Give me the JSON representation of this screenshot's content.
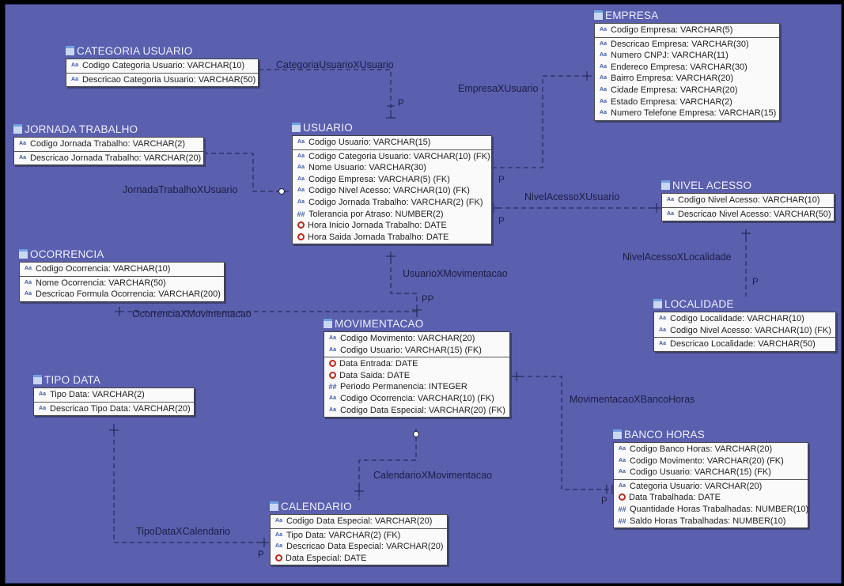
{
  "entities": {
    "empresa": {
      "title": "EMPRESA",
      "pk": [
        "Codigo Empresa: VARCHAR(5)"
      ],
      "attrs": [
        "Descricao Empresa: VARCHAR(30)",
        "Numero CNPJ: VARCHAR(11)",
        "Endereco Empresa: VARCHAR(30)",
        "Bairro Empresa: VARCHAR(20)",
        "Cidade Empresa: VARCHAR(20)",
        "Estado Empresa: VARCHAR(2)",
        "Numero Telefone Empresa: VARCHAR(15)"
      ]
    },
    "categoria_usuario": {
      "title": "CATEGORIA USUARIO",
      "pk": [
        "Codigo Categoria Usuario: VARCHAR(10)"
      ],
      "attrs": [
        "Descricao Categoria Usuario: VARCHAR(50)"
      ]
    },
    "jornada_trabalho": {
      "title": "JORNADA TRABALHO",
      "pk": [
        "Codigo Jornada Trabalho: VARCHAR(2)"
      ],
      "attrs": [
        "Descricao Jornada Trabalho: VARCHAR(20)"
      ]
    },
    "usuario": {
      "title": "USUARIO",
      "pk": [
        "Codigo Usuario: VARCHAR(15)"
      ],
      "attrs": [
        "Codigo Categoria Usuario: VARCHAR(10) (FK)",
        "Nome Usuario: VARCHAR(30)",
        "Codigo Empresa: VARCHAR(5) (FK)",
        "Codigo Nivel Acesso: VARCHAR(10) (FK)",
        "Codigo Jornada Trabalho: VARCHAR(2) (FK)",
        "Tolerancia por Atraso: NUMBER(2)",
        "Hora Inicio Jornada Trabalho: DATE",
        "Hora Saida Jornada Trabalho: DATE"
      ]
    },
    "nivel_acesso": {
      "title": "NIVEL ACESSO",
      "pk": [
        "Codigo Nivel Acesso: VARCHAR(10)"
      ],
      "attrs": [
        "Descricao Nivel Acesso: VARCHAR(50)"
      ]
    },
    "ocorrencia": {
      "title": "OCORRENCIA",
      "pk": [
        "Codigo Ocorrencia: VARCHAR(10)"
      ],
      "attrs": [
        "Nome Ocorrencia: VARCHAR(50)",
        "Descricao Formula Ocorrencia: VARCHAR(200)"
      ]
    },
    "localidade": {
      "title": "LOCALIDADE",
      "pk": [
        "Codigo Localidade: VARCHAR(10)",
        "Codigo Nivel Acesso: VARCHAR(10) (FK)"
      ],
      "attrs": [
        "Descricao Localidade: VARCHAR(50)"
      ]
    },
    "movimentacao": {
      "title": "MOVIMENTACAO",
      "pk": [
        "Codigo Movimento: VARCHAR(20)",
        "Codigo Usuario: VARCHAR(15) (FK)"
      ],
      "attrs": [
        "Data Entrada: DATE",
        "Data Saida: DATE",
        "Periodo Permanencia: INTEGER",
        "Codigo Ocorrencia: VARCHAR(10) (FK)",
        "Codigo Data Especial: VARCHAR(20) (FK)"
      ]
    },
    "tipo_data": {
      "title": "TIPO DATA",
      "pk": [
        "Tipo Data: VARCHAR(2)"
      ],
      "attrs": [
        "Descricao Tipo Data: VARCHAR(20)"
      ]
    },
    "banco_horas": {
      "title": "BANCO HORAS",
      "pk": [
        "Codigo Banco Horas: VARCHAR(20)",
        "Codigo Movimento: VARCHAR(20) (FK)",
        "Codigo Usuario: VARCHAR(15) (FK)"
      ],
      "attrs": [
        "Categoria Usuario: VARCHAR(20)",
        "Data Trabalhada: DATE",
        "Quantidade Horas Trabalhadas: NUMBER(10)",
        "Saldo Horas Trabalhadas: NUMBER(10)"
      ]
    },
    "calendario": {
      "title": "CALENDARIO",
      "pk": [
        "Codigo Data Especial: VARCHAR(20)"
      ],
      "attrs": [
        "Tipo Data: VARCHAR(2) (FK)",
        "Descricao Data Especial: VARCHAR(20)",
        "Data Especial: DATE"
      ]
    }
  },
  "relationships": {
    "categoria_usuario": "CategoriaUsuarioXUsuario",
    "empresa_usuario": "EmpresaXUsuario",
    "jornada_usuario": "JornadaTrabalhoXUsuario",
    "nivel_usuario": "NivelAcessoXUsuario",
    "nivel_localidade": "NivelAcessoXLocalidade",
    "usuario_movimentacao": "UsuarioXMovimentacao",
    "ocorrencia_movimentacao": "OcorrenciaXMovimentacao",
    "movimentacao_banco": "MovimentacaoXBancoHoras",
    "calendario_movimentacao": "CalendarioXMovimentacao",
    "tipodata_calendario": "TipoDataXCalendario"
  },
  "cardinality": {
    "p": "P",
    "pp": "PP"
  },
  "colors": {
    "canvas": "#5a5fae",
    "entity_box": "#fafafa",
    "line": "#1c1f45",
    "date_icon": "#c0281b",
    "text_icon": "#3d5aa8"
  }
}
